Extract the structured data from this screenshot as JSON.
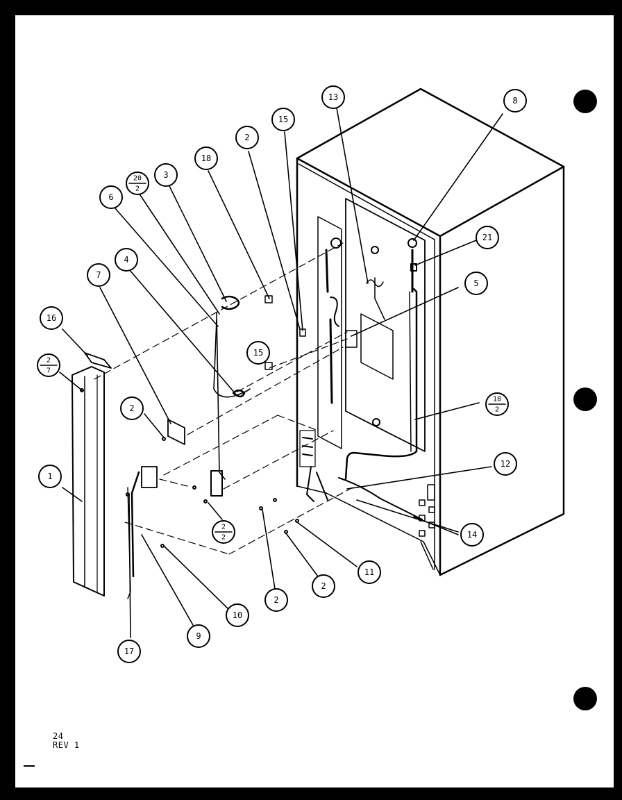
{
  "callouts": [
    {
      "id": "c13",
      "label": "13"
    },
    {
      "id": "c15a",
      "label": "15"
    },
    {
      "id": "c2a",
      "label": "2"
    },
    {
      "id": "c18a",
      "label": "18"
    },
    {
      "id": "c3",
      "label": "3"
    },
    {
      "id": "c6",
      "label": "6"
    },
    {
      "id": "c7",
      "label": "7"
    },
    {
      "id": "c4",
      "label": "4"
    },
    {
      "id": "c16",
      "label": "16"
    },
    {
      "id": "c15b",
      "label": "15"
    },
    {
      "id": "c2b",
      "label": "2"
    },
    {
      "id": "c1",
      "label": "1"
    },
    {
      "id": "c8",
      "label": "8"
    },
    {
      "id": "c21",
      "label": "21"
    },
    {
      "id": "c5",
      "label": "5"
    },
    {
      "id": "c12",
      "label": "12"
    },
    {
      "id": "c14",
      "label": "14"
    },
    {
      "id": "c11",
      "label": "11"
    },
    {
      "id": "c2c",
      "label": "2"
    },
    {
      "id": "c2d",
      "label": "2"
    },
    {
      "id": "c10",
      "label": "10"
    },
    {
      "id": "c9",
      "label": "9"
    },
    {
      "id": "c17",
      "label": "17"
    }
  ],
  "fraction_callouts": [
    {
      "id": "f20-2",
      "top": "20",
      "bottom": "2"
    },
    {
      "id": "f2-7",
      "top": "2",
      "bottom": "7"
    },
    {
      "id": "f18-2",
      "top": "18",
      "bottom": "2"
    },
    {
      "id": "f2-2",
      "top": "2",
      "bottom": "2"
    }
  ],
  "footer": {
    "page": "24",
    "revision": "REV 1"
  }
}
